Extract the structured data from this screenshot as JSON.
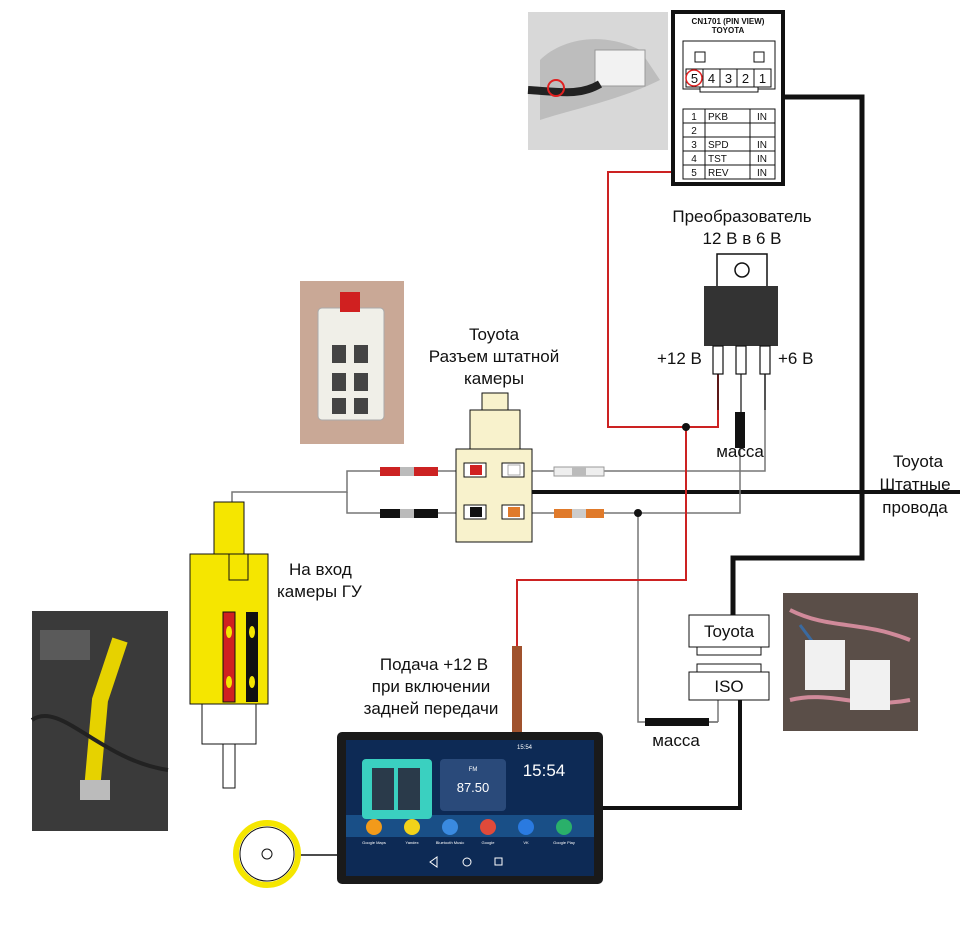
{
  "pin_view": {
    "title1": "CN1701 (PIN VIEW)",
    "title2": "TOYOTA",
    "pins": [
      "5",
      "4",
      "3",
      "2",
      "1"
    ],
    "rows": [
      {
        "num": "1",
        "name": "PKB",
        "dir": "IN"
      },
      {
        "num": "2",
        "name": "",
        "dir": ""
      },
      {
        "num": "3",
        "name": "SPD",
        "dir": "IN"
      },
      {
        "num": "4",
        "name": "TST",
        "dir": "IN"
      },
      {
        "num": "5",
        "name": "REV",
        "dir": "IN"
      }
    ]
  },
  "converter": {
    "line1": "Преобразователь",
    "line2": "12 В в 6 В",
    "plus12": "+12 В",
    "plus6": "+6 В",
    "ground": "масса"
  },
  "camera_connector": {
    "line1": "Toyota",
    "line2": "Разъем штатной",
    "line3": "камеры"
  },
  "toyota_wires": {
    "line1": "Toyota",
    "line2": "Штатные",
    "line3": "провода"
  },
  "hu_input": {
    "line1": "На вход",
    "line2": "камеры ГУ"
  },
  "power_feed": {
    "line1": "Подача +12 В",
    "line2": "при включении",
    "line3": "задней передачи"
  },
  "adapter": {
    "toyota": "Toyota",
    "iso": "ISO",
    "ground": "масса"
  },
  "head_unit": {
    "frequency": "87.50",
    "band": "FM",
    "time": "15:54",
    "status_time": "15:54",
    "apps": [
      "Google Maps",
      "Yandex",
      "Bluetooth Music",
      "Google",
      "VK",
      "Google Play"
    ]
  },
  "colors": {
    "wire": "#111111",
    "wire_thin": "#777777",
    "red_wire": "#cc2222",
    "yellow": "#f5e600",
    "connector_fill": "#f8f2cc",
    "converter_body": "#333333"
  }
}
